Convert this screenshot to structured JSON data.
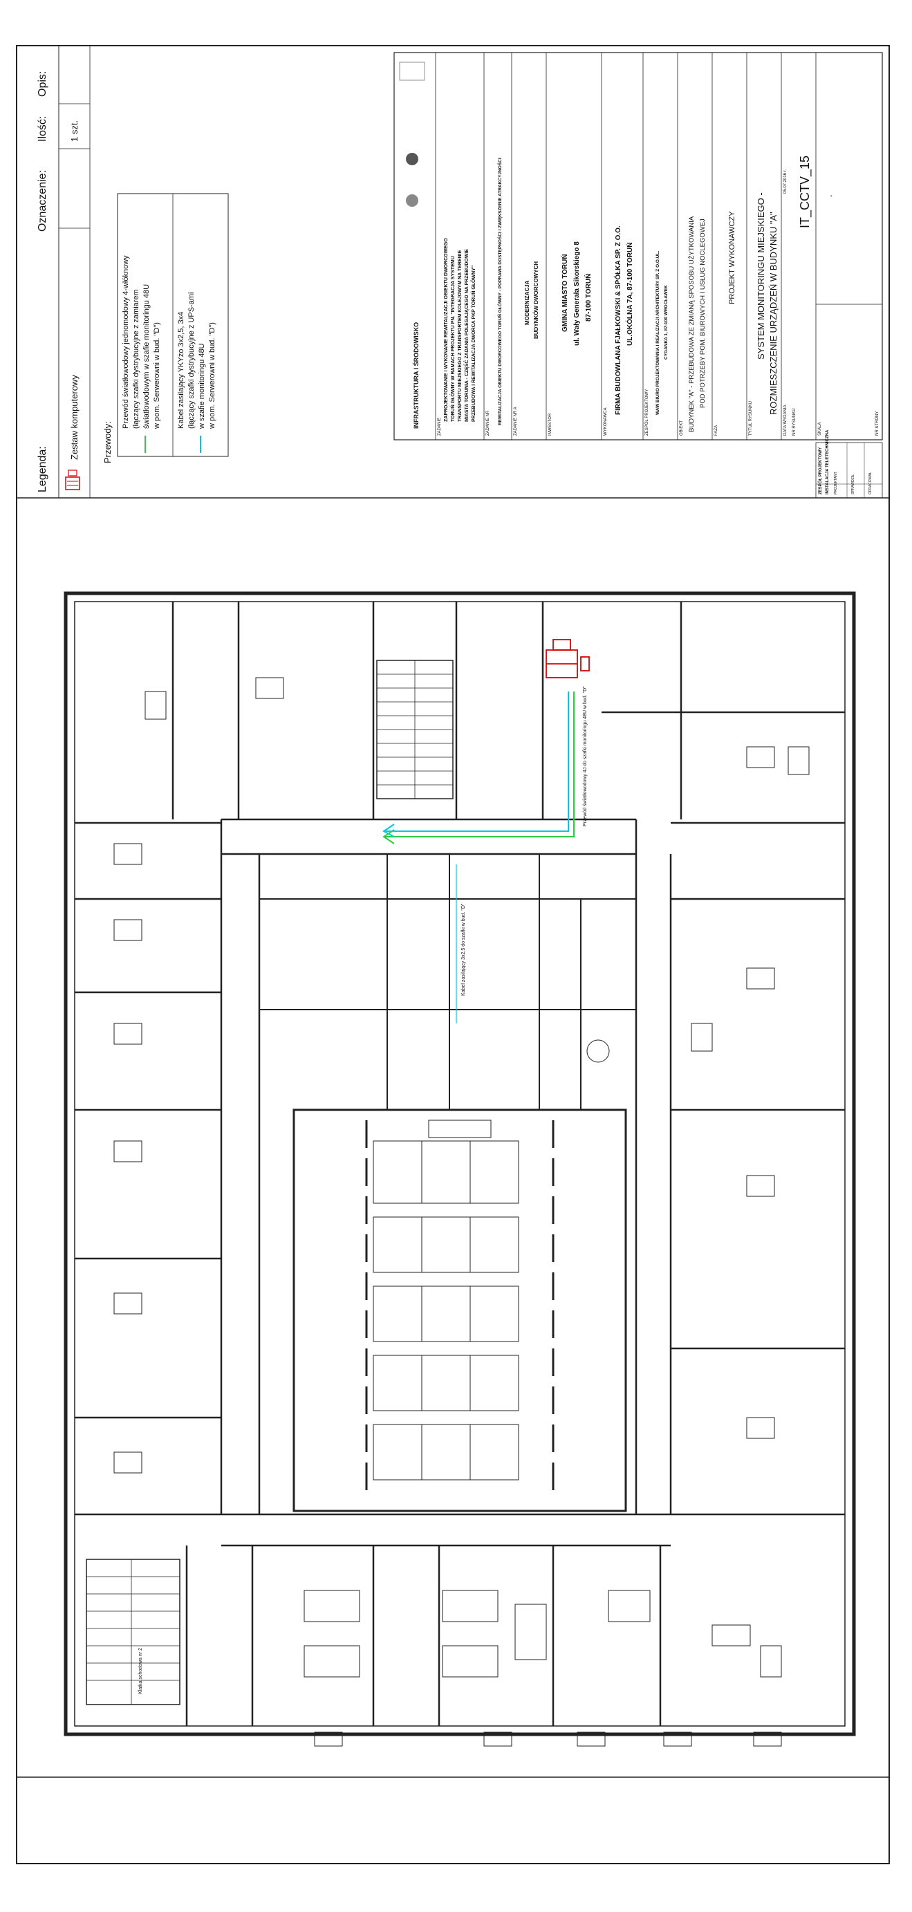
{
  "legend": {
    "title": "Legenda:",
    "col_mark": "Oznaczenie:",
    "col_qty": "Ilość:",
    "col_desc": "Opis:",
    "rows": [
      {
        "icon": "computer-set-icon",
        "name": "Zestaw komputerowy",
        "qty": "1 szt."
      }
    ]
  },
  "cables": {
    "title": "Przewody:",
    "items": [
      {
        "color": "#2ecc40",
        "lines": [
          "Przewód światłowodowy jednomodowy 4-włóknowy",
          "(łączący szafki dystrybucyjne z zamiarem",
          "światłowodowym w szafie monitoringu 48U",
          "w pom. Serwerowni w bud. \"D\")"
        ]
      },
      {
        "color": "#00c8e0",
        "lines": [
          "Kabel zasilający YKYżo 3x2,5, 3x4",
          "(łączący szafki dystrybucyjne z UPS-ami",
          "w szafie monitoringu 48U",
          "w pom. Serwerowni w bud. \"D\")"
        ]
      }
    ]
  },
  "title_block": {
    "program_logo": "INFRASTRUKTURA I ŚRODOWISKO",
    "zadanie_label": "ZADANIE",
    "zadanie": [
      "ZAPROJEKTOWANIE I WYKONANIE REWITALIZACJI OBIEKTU DWORCOWEGO",
      "TORUŃ GŁÓWNY W RAMACH PROJEKTU PN. \"INTEGRACJA SYSTEMU",
      "TRANSPORTU MIEJSKIEGO Z TRANSPORTEM KOLEJOWYM NA TERENIE",
      "MIASTA TORUNIA - CZĘŚĆ ZADANIA POLEGAJĄCEGO NA PRZEBUDOWIE",
      "PRZEBUDOWA I REWITALIZACJA DWORCA PKP TORUŃ GŁÓWNY\""
    ],
    "zadanie_nr_label": "ZADANIE NR",
    "zadanie_nr": "REWITALIZACJA OBIEKTU DWORCOWEGO TORUŃ GŁÓWNY - POPRAWA DOSTĘPNOŚCI I ZWIĘKSZENIE ATRAKCYJNOŚCI",
    "nazwa_label": "ZADANIE NR A",
    "nazwa": [
      "MODERNIZACJA",
      "BUDYNKÓW DWORCOWYCH"
    ],
    "inwestor_label": "INWESTOR",
    "inwestor": [
      "GMINA MIASTO TORUŃ",
      "ul. Wały Generała Sikorskiego 8",
      "87-100 TORUŃ"
    ],
    "wykonawca_label": "WYKONAWCA",
    "wykonawca": [
      "FIRMA BUDOWLANA FJAŁKOWSKI & SPÓŁKA SP. Z O.O.",
      "UL.OKÓLNA 7A, 87-100 TORUŃ"
    ],
    "projektant_label": "ZESPÓŁ PROJEKTOWY",
    "projektant": [
      "WAW BIURO PROJEKTOWANIA I REALIZACJI ARCHITEKTURY SP. Z O.O.UL.",
      "CYGANKA 1, 87-100 WROCŁAWEK"
    ],
    "obiekt_label": "OBIEKT",
    "obiekt": [
      "BUDYNEK \"A\" - PRZEBUDOWA ZE ZMIANĄ SPOSOBU UŻYTKOWANIA",
      "POD POTRZEBY POM. BIUROWYCH I USŁUG NOCLEGOWEJ"
    ],
    "faza_label": "FAZA",
    "faza": "PROJEKT WYKONAWCZY",
    "tytul_label": "TYTUŁ RYSUNKU",
    "tytul": [
      "SYSTEM MONITORINGU MIEJSKIEGO -",
      "ROZMIESZCZENIE URZĄDZEŃ W BUDYNKU \"A\""
    ],
    "data_label": "DATA WYDANIA",
    "data": "05.07.2016 r.",
    "nr_label": "NR RYSUNKU",
    "nr": "IT_CCTV_15",
    "skala_label": "SKALA",
    "skala": "-",
    "strona_label": "NR STRONY",
    "zespol_label": "ZESPÓŁ PROJEKTOWY",
    "branza": "INSTALACJA TELETECHNICZNA",
    "projektant_role": "PROJEKTANT",
    "sprawdzil_role": "SPRAWDZIŁ",
    "opracowal_role": "OPRACOWAŁ"
  },
  "plan": {
    "building": "BUDYNEK \"A\"",
    "annotations": [
      "Przewód światłowodowy 4J do szafki monitoringu 48U w bud. \"D\"",
      "Kabel zasilający 3x2,5 do szafki w bud. \"D\"",
      "Klatka schodowa nr 2"
    ]
  }
}
